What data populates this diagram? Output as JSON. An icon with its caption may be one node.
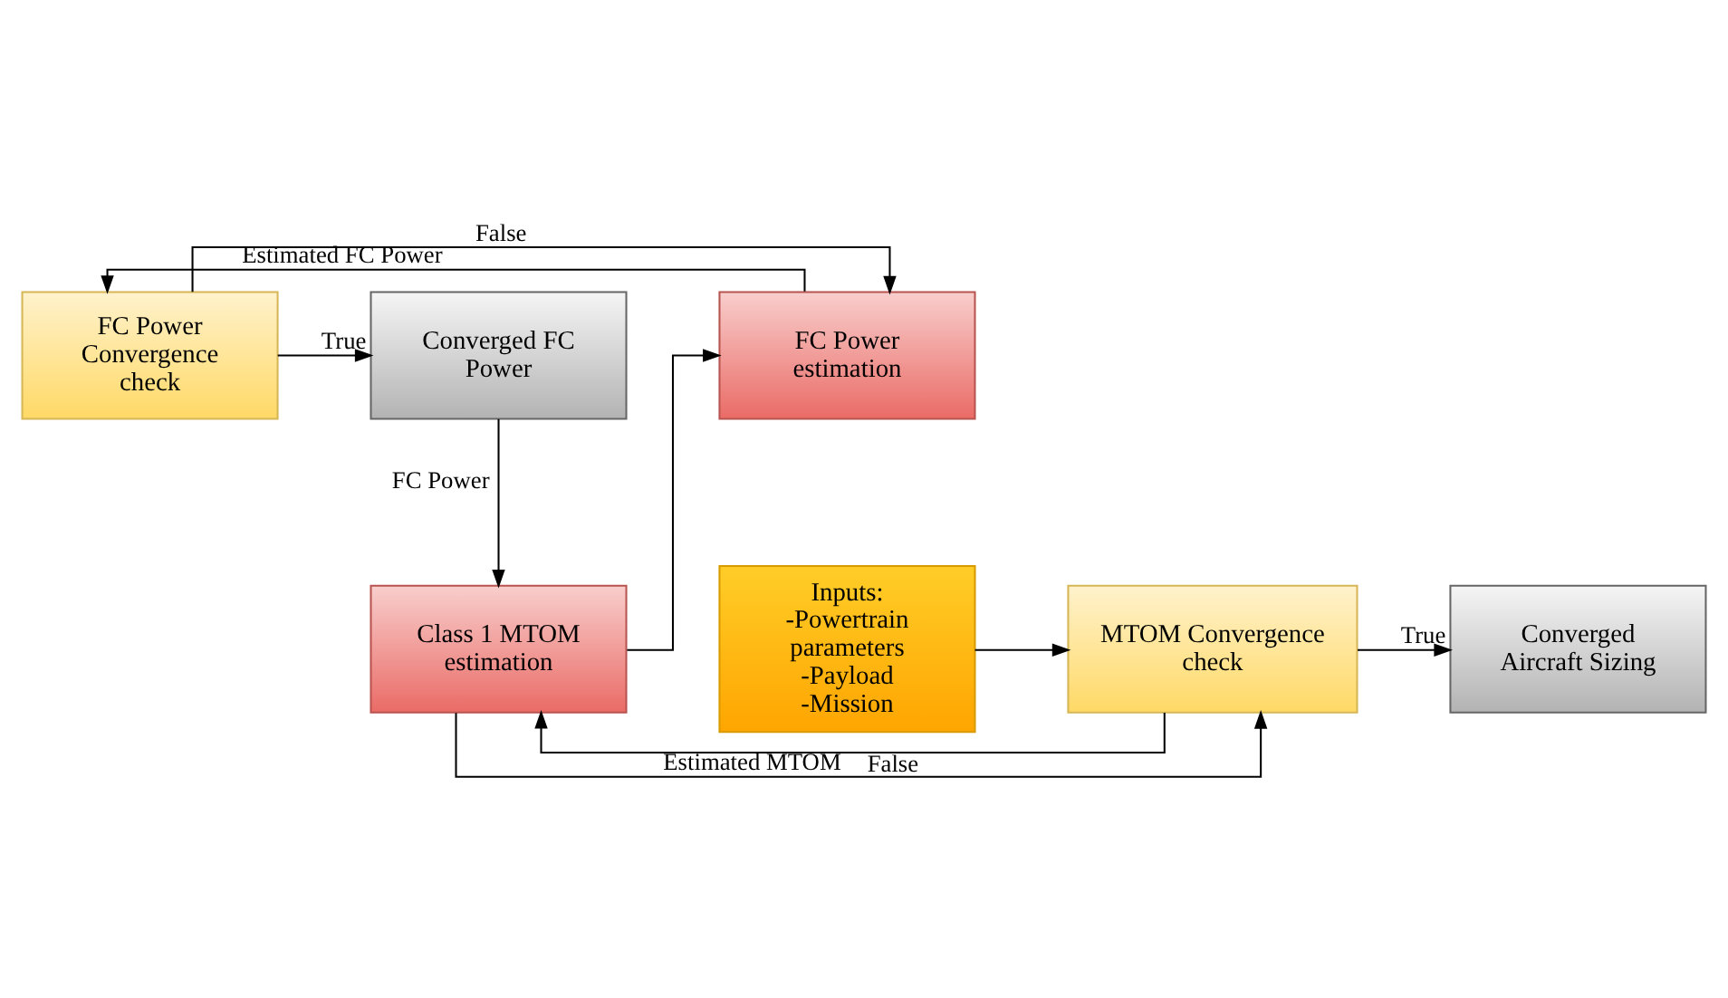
{
  "diagram": {
    "nodes": [
      {
        "text": [
          "FC Power Convergence check"
        ]
      },
      {
        "text": [
          "FC Power estimation"
        ]
      },
      {
        "text": [
          "Converged FC Power"
        ]
      },
      {
        "text": [
          "Inputs: -Powertrain parameters -Payload -Mission"
        ]
      },
      {
        "text": [
          "MTOM Convergence check"
        ]
      },
      {
        "text": [
          "Class 1 MTOM estimation"
        ]
      },
      {
        "text": [
          "Converged Aircraft Sizing"
        ]
      }
    ],
    "edges": [
      {
        "from": 0,
        "to": 2,
        "arrow": "to",
        "label": "True"
      },
      {
        "from": 0,
        "to": 1,
        "arrow": "to",
        "label": "False"
      },
      {
        "from": 1,
        "to": 0,
        "arrow": "to",
        "label": "Estimated FC Power"
      },
      {
        "from": 2,
        "to": 5,
        "arrow": "to",
        "label": "FC Power"
      },
      {
        "from": 5,
        "to": 1,
        "arrow": "to"
      },
      {
        "from": 5,
        "to": 4,
        "arrow": "to",
        "label": "Estimated MTOM"
      },
      {
        "from": 3,
        "to": 4,
        "arrow": "to"
      },
      {
        "from": 4,
        "to": 5,
        "arrow": "to",
        "label": "False"
      },
      {
        "from": 4,
        "to": 6,
        "arrow": "to",
        "label": "True"
      }
    ]
  }
}
